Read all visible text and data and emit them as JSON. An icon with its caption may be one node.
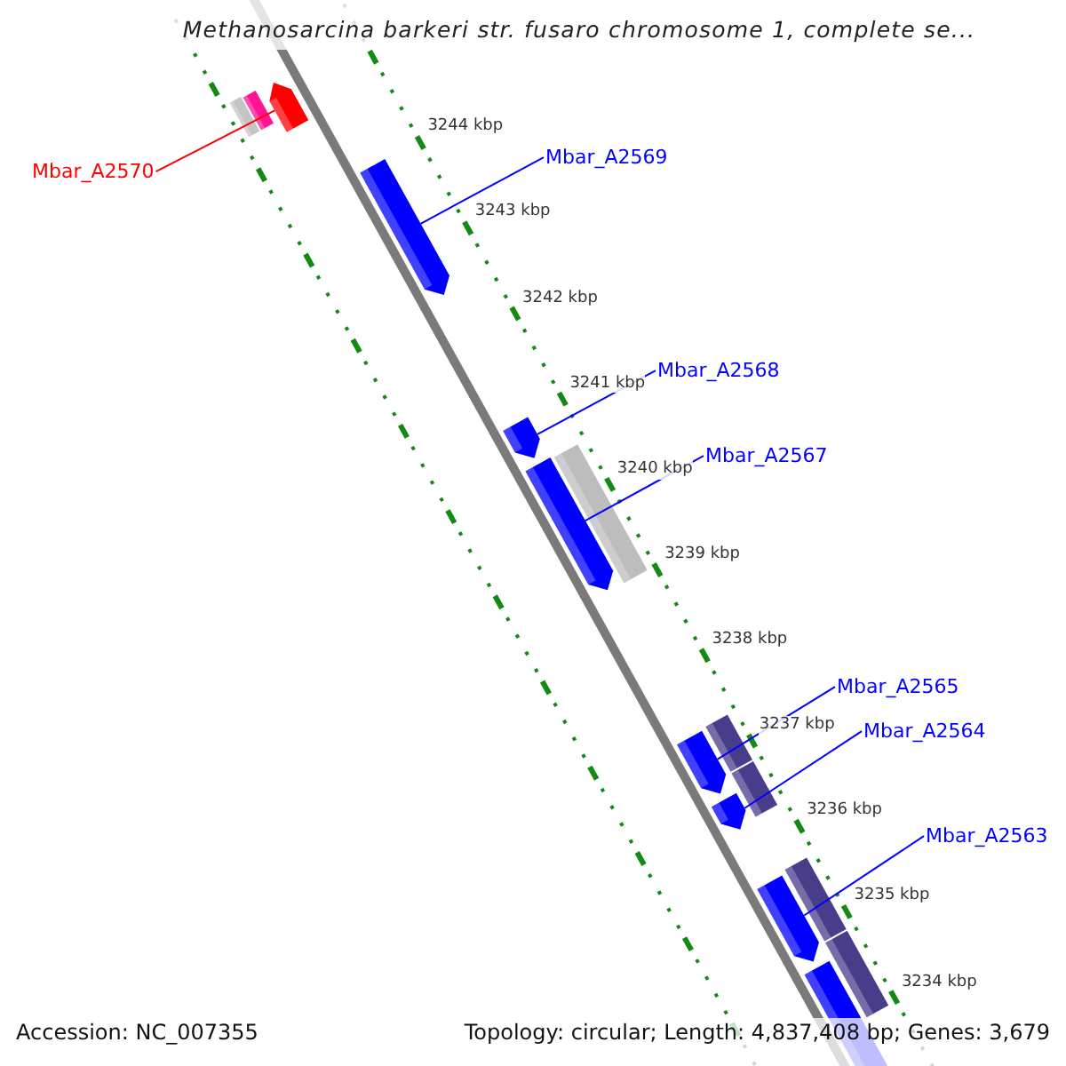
{
  "diagram": {
    "title": "Methanosarcina barkeri str. fusaro chromosome 1, complete se...",
    "nodes": [
      {
        "text": [],
        "shape": "arrow"
      },
      {
        "text": [],
        "shape": "bar"
      },
      {
        "text": [],
        "shape": "bar"
      },
      {
        "text": [
          "Mbar_A2570"
        ]
      },
      {
        "text": [
          "Mbar_A2569"
        ]
      },
      {
        "text": [],
        "shape": "arrow"
      },
      {
        "text": [
          "Mbar_A2568"
        ]
      },
      {
        "text": [],
        "shape": "arrow"
      },
      {
        "text": [
          "Mbar_A2567"
        ]
      },
      {
        "text": [],
        "shape": "arrow"
      },
      {
        "text": [],
        "shape": "bar"
      },
      {
        "text": [
          "Mbar_A2565"
        ]
      },
      {
        "text": [],
        "shape": "bar"
      },
      {
        "text": [],
        "shape": "arrow"
      },
      {
        "text": [
          "Mbar_A2564"
        ]
      },
      {
        "text": [],
        "shape": "bar"
      },
      {
        "text": [],
        "shape": "arrow"
      },
      {
        "text": [
          "Mbar_A2563"
        ]
      },
      {
        "text": [],
        "shape": "bar"
      },
      {
        "text": [],
        "shape": "arrow"
      },
      {
        "text": [],
        "shape": "bar"
      },
      {
        "text": [],
        "shape": "arrow"
      }
    ],
    "edges": [
      {
        "from": 3,
        "to": 0,
        "arrow": "none",
        "color": "#ff0000"
      },
      {
        "from": 4,
        "to": 5,
        "arrow": "none"
      },
      {
        "from": 6,
        "to": 7,
        "arrow": "none"
      },
      {
        "from": 8,
        "to": 9,
        "arrow": "none"
      },
      {
        "from": 11,
        "to": 13,
        "arrow": "none"
      },
      {
        "from": 14,
        "to": 16,
        "arrow": "none"
      },
      {
        "from": 17,
        "to": 19,
        "arrow": "none"
      }
    ],
    "labels": [
      "3244 kbp",
      "3243 kbp",
      "3242 kbp",
      "3241 kbp",
      "3240 kbp",
      "3239 kbp",
      "3238 kbp",
      "3237 kbp",
      "3236 kbp",
      "3235 kbp",
      "3234 kbp",
      "Accession: NC_007355",
      "Topology: circular; Length: 4,837,408 bp; Genes: 3,679"
    ]
  }
}
